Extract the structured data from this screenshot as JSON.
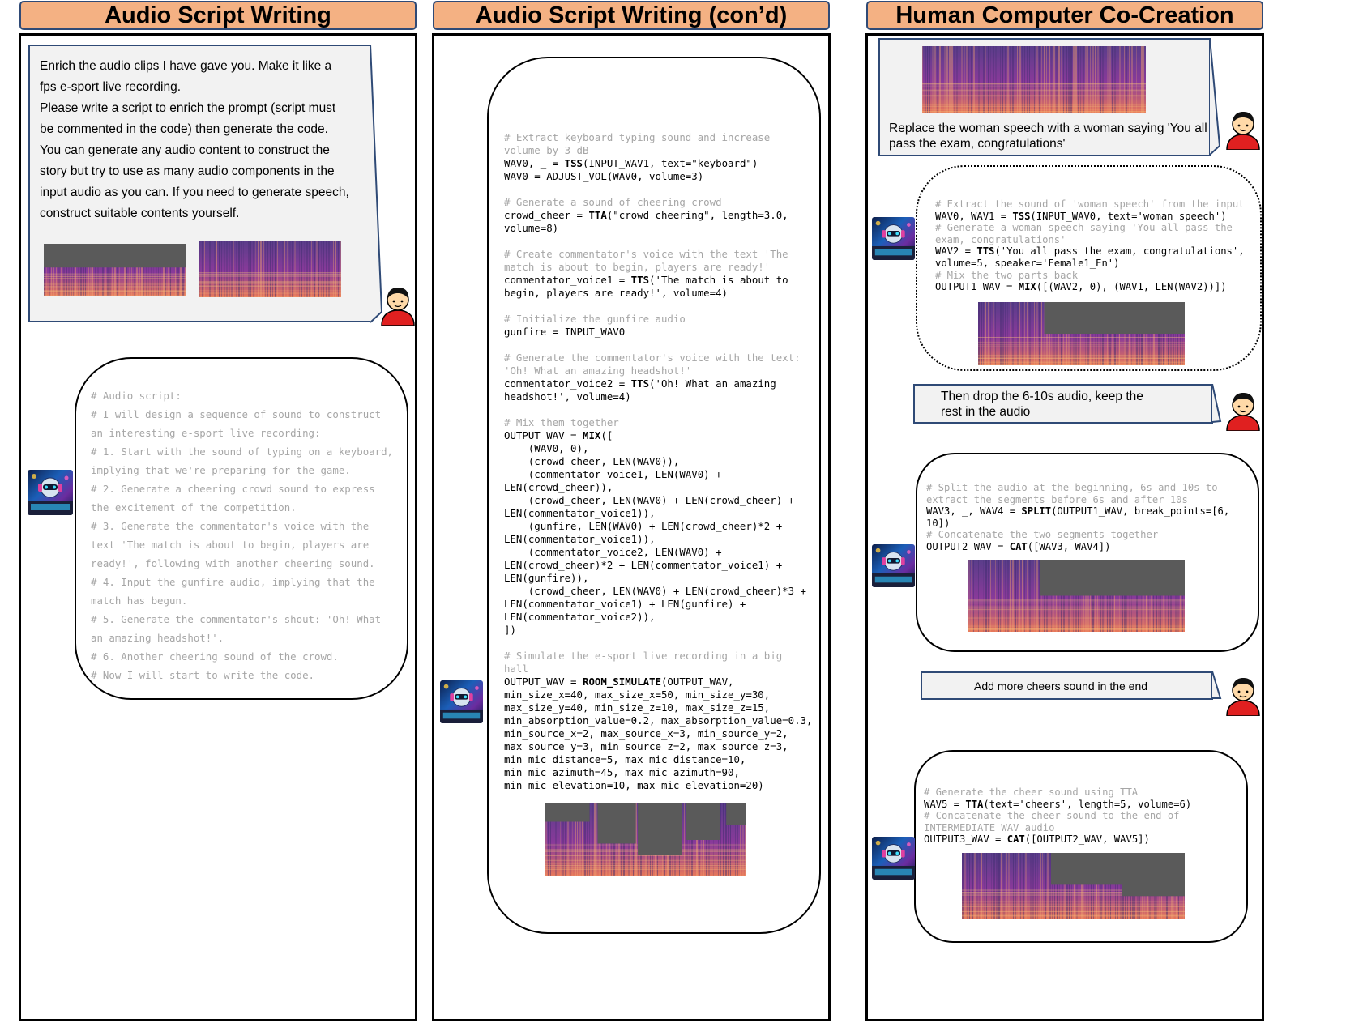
{
  "headers": {
    "col1": "Audio Script Writing",
    "col2": "Audio Script Writing (con’d)",
    "col3": "Human Computer Co-Creation"
  },
  "col1": {
    "prompt_lines": [
      "Enrich the audio clips I have gave you. Make it like a",
      "fps e-sport live recording.",
      "Please write a script to enrich the prompt (script must",
      "be commented in the code) then generate the code.",
      "You can generate any audio content to construct the",
      "story but try to use as many audio components in the",
      "input audio as you can. If you need to generate speech,",
      "construct suitable contents yourself."
    ],
    "script_lines": [
      "# Audio script:",
      "# I will design a sequence of sound to construct",
      "an interesting e-sport live recording:",
      "# 1. Start with the sound of typing on a keyboard,",
      "implying that we're preparing for the game.",
      "# 2. Generate a cheering crowd sound to express",
      "the excitement of the competition.",
      "# 3. Generate the commentator's voice with the",
      "text 'The match is about to begin, players are",
      "ready!', following with another cheering sound.",
      "# 4. Input the gunfire audio, implying that the",
      "match has begun.",
      "# 5. Generate the commentator's shout: 'Oh! What",
      "an amazing headshot!'.",
      "# 6. Another cheering sound of the crowd.",
      "# Now I will start to write the code."
    ]
  },
  "col2": {
    "code": [
      {
        "t": "c",
        "s": "# Extract keyboard typing sound and increase"
      },
      {
        "t": "c",
        "s": "volume by 3 dB"
      },
      {
        "t": "k",
        "a": "WAV0, _ = ",
        "k": "TSS",
        "b": "(INPUT_WAV1, text=\"keyboard\")"
      },
      {
        "t": "n",
        "s": "WAV0 = ADJUST_VOL(WAV0, volume=3)"
      },
      {
        "t": "n",
        "s": ""
      },
      {
        "t": "c",
        "s": "# Generate a sound of cheering crowd"
      },
      {
        "t": "k",
        "a": "crowd_cheer = ",
        "k": "TTA",
        "b": "(\"crowd cheering\", length=3.0,"
      },
      {
        "t": "n",
        "s": "volume=8)"
      },
      {
        "t": "n",
        "s": ""
      },
      {
        "t": "c",
        "s": "# Create commentator's voice with the text 'The"
      },
      {
        "t": "c",
        "s": "match is about to begin, players are ready!'"
      },
      {
        "t": "k",
        "a": "commentator_voice1 = ",
        "k": "TTS",
        "b": "('The match is about to"
      },
      {
        "t": "n",
        "s": "begin, players are ready!', volume=4)"
      },
      {
        "t": "n",
        "s": ""
      },
      {
        "t": "c",
        "s": "# Initialize the gunfire audio"
      },
      {
        "t": "n",
        "s": "gunfire = INPUT_WAV0"
      },
      {
        "t": "n",
        "s": ""
      },
      {
        "t": "c",
        "s": "# Generate the commentator's voice with the text:"
      },
      {
        "t": "c",
        "s": "'Oh! What an amazing headshot!'"
      },
      {
        "t": "k",
        "a": "commentator_voice2 = ",
        "k": "TTS",
        "b": "('Oh! What an amazing"
      },
      {
        "t": "n",
        "s": "headshot!', volume=4)"
      },
      {
        "t": "n",
        "s": ""
      },
      {
        "t": "c",
        "s": "# Mix them together"
      },
      {
        "t": "k",
        "a": "OUTPUT_WAV = ",
        "k": "MIX",
        "b": "(["
      },
      {
        "t": "n",
        "s": "    (WAV0, 0),"
      },
      {
        "t": "n",
        "s": "    (crowd_cheer, LEN(WAV0)),"
      },
      {
        "t": "n",
        "s": "    (commentator_voice1, LEN(WAV0) +"
      },
      {
        "t": "n",
        "s": "LEN(crowd_cheer)),"
      },
      {
        "t": "n",
        "s": "    (crowd_cheer, LEN(WAV0) + LEN(crowd_cheer) +"
      },
      {
        "t": "n",
        "s": "LEN(commentator_voice1)),"
      },
      {
        "t": "n",
        "s": "    (gunfire, LEN(WAV0) + LEN(crowd_cheer)*2 +"
      },
      {
        "t": "n",
        "s": "LEN(commentator_voice1)),"
      },
      {
        "t": "n",
        "s": "    (commentator_voice2, LEN(WAV0) +"
      },
      {
        "t": "n",
        "s": "LEN(crowd_cheer)*2 + LEN(commentator_voice1) +"
      },
      {
        "t": "n",
        "s": "LEN(gunfire)),"
      },
      {
        "t": "n",
        "s": "    (crowd_cheer, LEN(WAV0) + LEN(crowd_cheer)*3 +"
      },
      {
        "t": "n",
        "s": "LEN(commentator_voice1) + LEN(gunfire) +"
      },
      {
        "t": "n",
        "s": "LEN(commentator_voice2)),"
      },
      {
        "t": "n",
        "s": "])"
      },
      {
        "t": "n",
        "s": ""
      },
      {
        "t": "c",
        "s": "# Simulate the e-sport live recording in a big"
      },
      {
        "t": "c",
        "s": "hall"
      },
      {
        "t": "k",
        "a": "OUTPUT_WAV = ",
        "k": "ROOM_SIMULATE",
        "b": "(OUTPUT_WAV,"
      },
      {
        "t": "n",
        "s": "min_size_x=40, max_size_x=50, min_size_y=30,"
      },
      {
        "t": "n",
        "s": "max_size_y=40, min_size_z=10, max_size_z=15,"
      },
      {
        "t": "n",
        "s": "min_absorption_value=0.2, max_absorption_value=0.3,"
      },
      {
        "t": "n",
        "s": "min_source_x=2, max_source_x=3, min_source_y=2,"
      },
      {
        "t": "n",
        "s": "max_source_y=3, min_source_z=2, max_source_z=3,"
      },
      {
        "t": "n",
        "s": "min_mic_distance=5, max_mic_distance=10,"
      },
      {
        "t": "n",
        "s": "min_mic_azimuth=45, max_mic_azimuth=90,"
      },
      {
        "t": "n",
        "s": "min_mic_elevation=10, max_mic_elevation=20)"
      }
    ]
  },
  "col3": {
    "user1_lines": [
      "Replace the woman speech with a woman saying 'You all",
      "pass the exam, congratulations'"
    ],
    "code1": [
      {
        "t": "c",
        "s": "# Extract the sound of 'woman speech' from the input"
      },
      {
        "t": "k",
        "a": "WAV0, WAV1 = ",
        "k": "TSS",
        "b": "(INPUT_WAV0, text='woman speech')"
      },
      {
        "t": "c",
        "s": "# Generate a woman speech saying 'You all pass the"
      },
      {
        "t": "c",
        "s": "exam, congratulations'"
      },
      {
        "t": "k",
        "a": "WAV2 = ",
        "k": "TTS",
        "b": "('You all pass the exam, congratulations',"
      },
      {
        "t": "n",
        "s": "volume=5, speaker='Female1_En')"
      },
      {
        "t": "c",
        "s": "# Mix the two parts back"
      },
      {
        "t": "k",
        "a": "OUTPUT1_WAV = ",
        "k": "MIX",
        "b": "([(WAV2, 0), (WAV1, LEN(WAV2))])"
      }
    ],
    "user2_lines": [
      "Then drop the 6-10s audio, keep the",
      "rest in the audio"
    ],
    "code2": [
      {
        "t": "c",
        "s": "# Split the audio at the beginning, 6s and 10s to"
      },
      {
        "t": "c",
        "s": "extract the segments before 6s and after 10s"
      },
      {
        "t": "k",
        "a": "WAV3, _, WAV4 = ",
        "k": "SPLIT",
        "b": "(OUTPUT1_WAV, break_points=[6,"
      },
      {
        "t": "n",
        "s": "10])"
      },
      {
        "t": "c",
        "s": "# Concatenate the two segments together"
      },
      {
        "t": "k",
        "a": "OUTPUT2_WAV = ",
        "k": "CAT",
        "b": "([WAV3, WAV4])"
      }
    ],
    "user3": "Add more cheers sound in the end",
    "code3": [
      {
        "t": "c",
        "s": "# Generate the cheer sound using TTA"
      },
      {
        "t": "k",
        "a": "WAV5 = ",
        "k": "TTA",
        "b": "(text='cheers', length=5, volume=6)"
      },
      {
        "t": "c",
        "s": "# Concatenate the cheer sound to the end of"
      },
      {
        "t": "c",
        "s": "INTERMEDIATE_WAV audio"
      },
      {
        "t": "k",
        "a": "OUTPUT3_WAV = ",
        "k": "CAT",
        "b": "([OUTPUT2_WAV, WAV5])"
      }
    ]
  },
  "icons": {
    "human": "person-avatar-icon",
    "bot": "robot-dj-avatar-icon"
  },
  "colors": {
    "header_fill": "#f4b183",
    "header_border": "#2f4a76",
    "comment": "#a6a6a6",
    "prompt_fill": "#f2f2f2",
    "spectrogram_low": "#e8785a",
    "spectrogram_mid": "#8a3a9a",
    "spectrogram_high": "#5a3d8a"
  }
}
